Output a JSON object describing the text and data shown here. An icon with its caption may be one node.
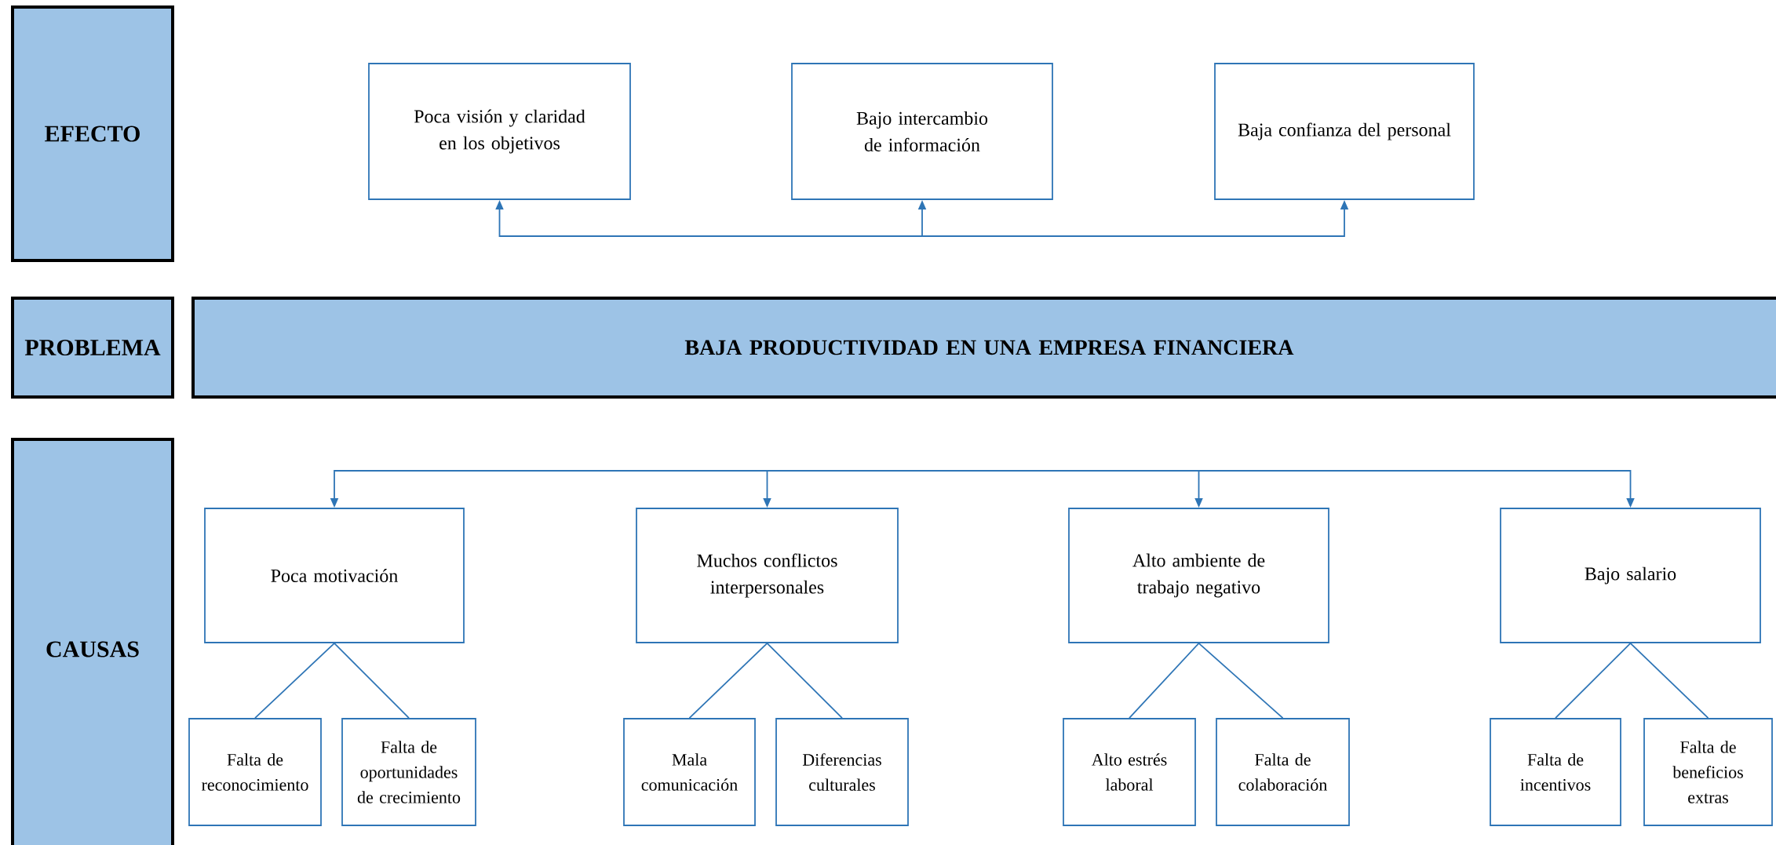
{
  "diagram": {
    "nodes": [
      {
        "text": [
          "EFECTO"
        ]
      },
      {
        "text": [
          "Poca visión y claridad en los objetivos"
        ]
      },
      {
        "text": [
          "Bajo intercambio de información"
        ]
      },
      {
        "text": [
          "Baja confianza del personal"
        ]
      },
      {
        "text": [
          "PROBLEMA"
        ]
      },
      {
        "text": [
          "BAJA PRODUCTIVIDAD EN UNA EMPRESA FINANCIERA"
        ]
      },
      {
        "text": [
          "CAUSAS"
        ]
      },
      {
        "text": [
          "Poca motivación"
        ]
      },
      {
        "text": [
          "Muchos conflictos interpersonales"
        ]
      },
      {
        "text": [
          "Alto ambiente de trabajo negativo"
        ]
      },
      {
        "text": [
          "Bajo salario"
        ]
      },
      {
        "text": [
          "Falta de reconocimiento"
        ]
      },
      {
        "text": [
          "Falta de oportunidades de crecimiento"
        ]
      },
      {
        "text": [
          "Mala comunicación"
        ]
      },
      {
        "text": [
          "Diferencias culturales"
        ]
      },
      {
        "text": [
          "Alto estrés laboral"
        ]
      },
      {
        "text": [
          "Falta de colaboración"
        ]
      },
      {
        "text": [
          "Falta de incentivos"
        ]
      },
      {
        "text": [
          "Falta de beneficios extras"
        ]
      }
    ],
    "edges": [
      {
        "from": null,
        "to": 1,
        "arrow": "to"
      },
      {
        "from": null,
        "to": 2,
        "arrow": "to"
      },
      {
        "from": null,
        "to": 3,
        "arrow": "to"
      },
      {
        "from": null,
        "to": 7,
        "arrow": "to"
      },
      {
        "from": null,
        "to": 8,
        "arrow": "to"
      },
      {
        "from": null,
        "to": 9,
        "arrow": "to"
      },
      {
        "from": null,
        "to": 10,
        "arrow": "to"
      },
      {
        "from": 7,
        "to": 11,
        "arrow": "none"
      },
      {
        "from": 7,
        "to": 12,
        "arrow": "none"
      },
      {
        "from": 8,
        "to": 13,
        "arrow": "none"
      },
      {
        "from": 8,
        "to": 14,
        "arrow": "none"
      },
      {
        "from": 9,
        "to": 15,
        "arrow": "none"
      },
      {
        "from": 9,
        "to": 16,
        "arrow": "none"
      },
      {
        "from": 10,
        "to": 17,
        "arrow": "none"
      },
      {
        "from": 10,
        "to": 18,
        "arrow": "none"
      }
    ]
  }
}
